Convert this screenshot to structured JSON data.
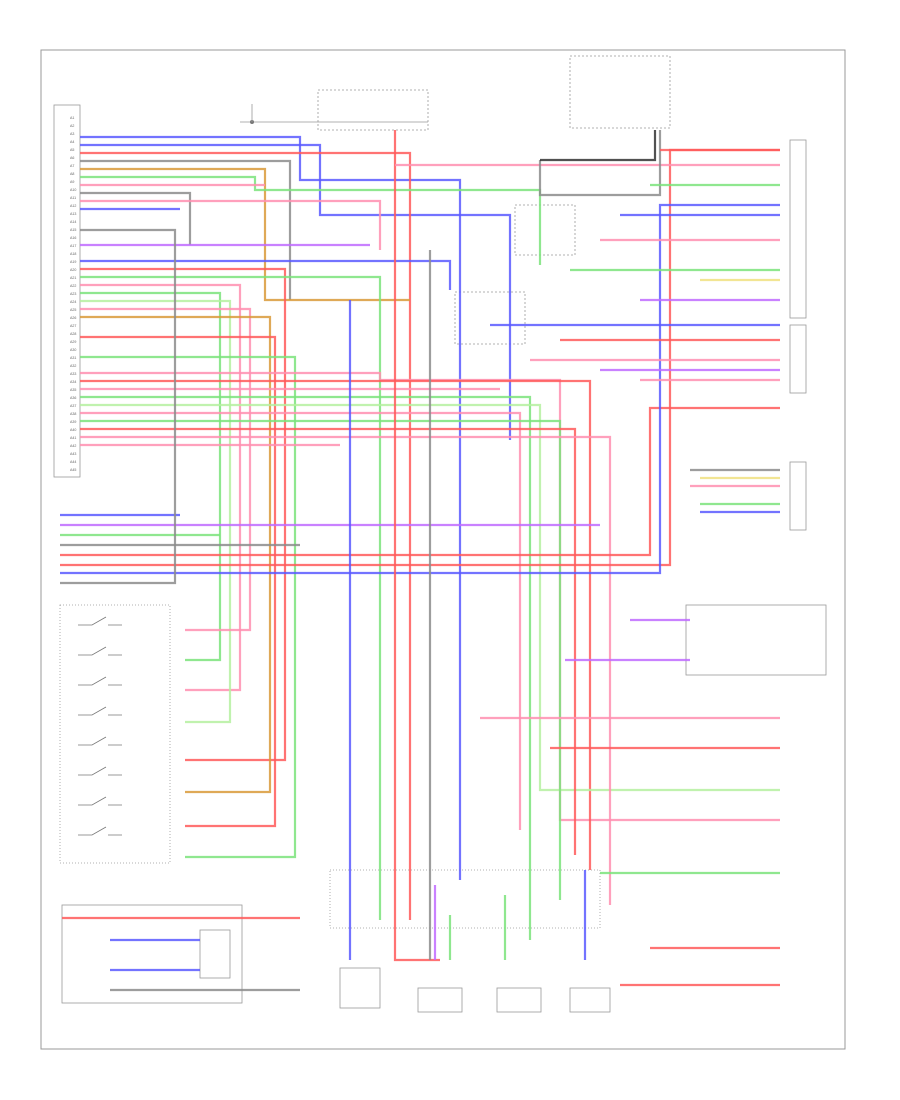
{
  "colors": {
    "red": "#ff5a5a",
    "blue": "#5a5aff",
    "green": "#7be37b",
    "pink": "#ff8fb0",
    "violet": "#c06bff",
    "orange": "#d99a3a",
    "gray": "#8c8c8c",
    "black": "#333333",
    "lightgreen": "#b5f0a0",
    "yellow": "#f0e080",
    "frame": "#999999"
  },
  "labels": {
    "left_connector_pins": [
      "A1",
      "A2",
      "A3",
      "A4",
      "A5",
      "A6",
      "A7",
      "A8",
      "A9",
      "A10",
      "A11",
      "A12",
      "A13",
      "A14",
      "A15",
      "A16",
      "A17",
      "A18",
      "A19",
      "A20",
      "A21",
      "A22",
      "A23",
      "A24",
      "A25",
      "A26",
      "A27",
      "A28",
      "A29",
      "A30",
      "A31",
      "A32",
      "A33",
      "A34",
      "A35",
      "A36",
      "A37",
      "A38",
      "A39",
      "A40",
      "A41",
      "A42",
      "A43",
      "A44",
      "A45"
    ],
    "left_module_caption": "",
    "right_module_caption": "",
    "switch_caption": "",
    "bottom_sensor_labels": [
      "",
      "",
      "",
      ""
    ],
    "bottom_left_caption": "",
    "footer_id": ""
  }
}
